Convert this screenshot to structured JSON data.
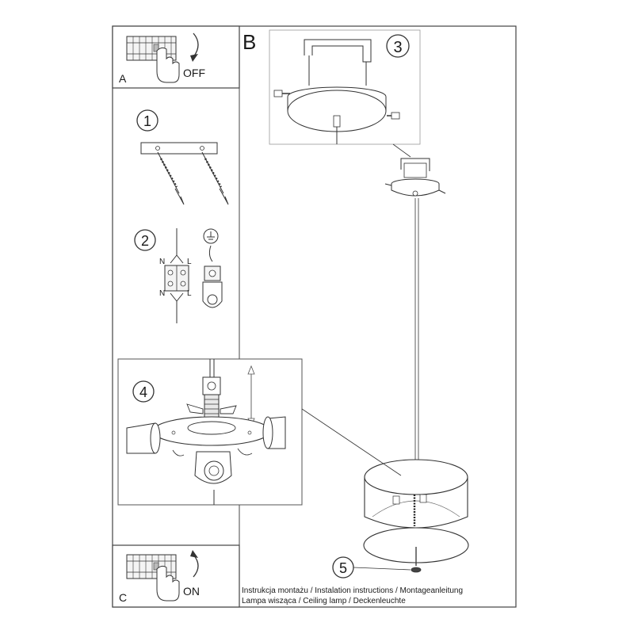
{
  "panels": {
    "a": {
      "letter": "A",
      "switch_label": "OFF"
    },
    "b": {
      "letter": "B"
    },
    "c": {
      "letter": "C",
      "switch_label": "ON"
    }
  },
  "steps": {
    "step1": "1",
    "step2": "2",
    "step3": "3",
    "step4": "4",
    "step5": "5"
  },
  "wiring": {
    "n_top": "N",
    "l_top": "L",
    "n_bottom": "N",
    "l_bottom": "L"
  },
  "caption": {
    "line1": "Instrukcja montażu / Instalation instructions / Montageanleitung",
    "line2": "Lampa wisząca / Ceiling lamp / Deckenleuchte"
  }
}
